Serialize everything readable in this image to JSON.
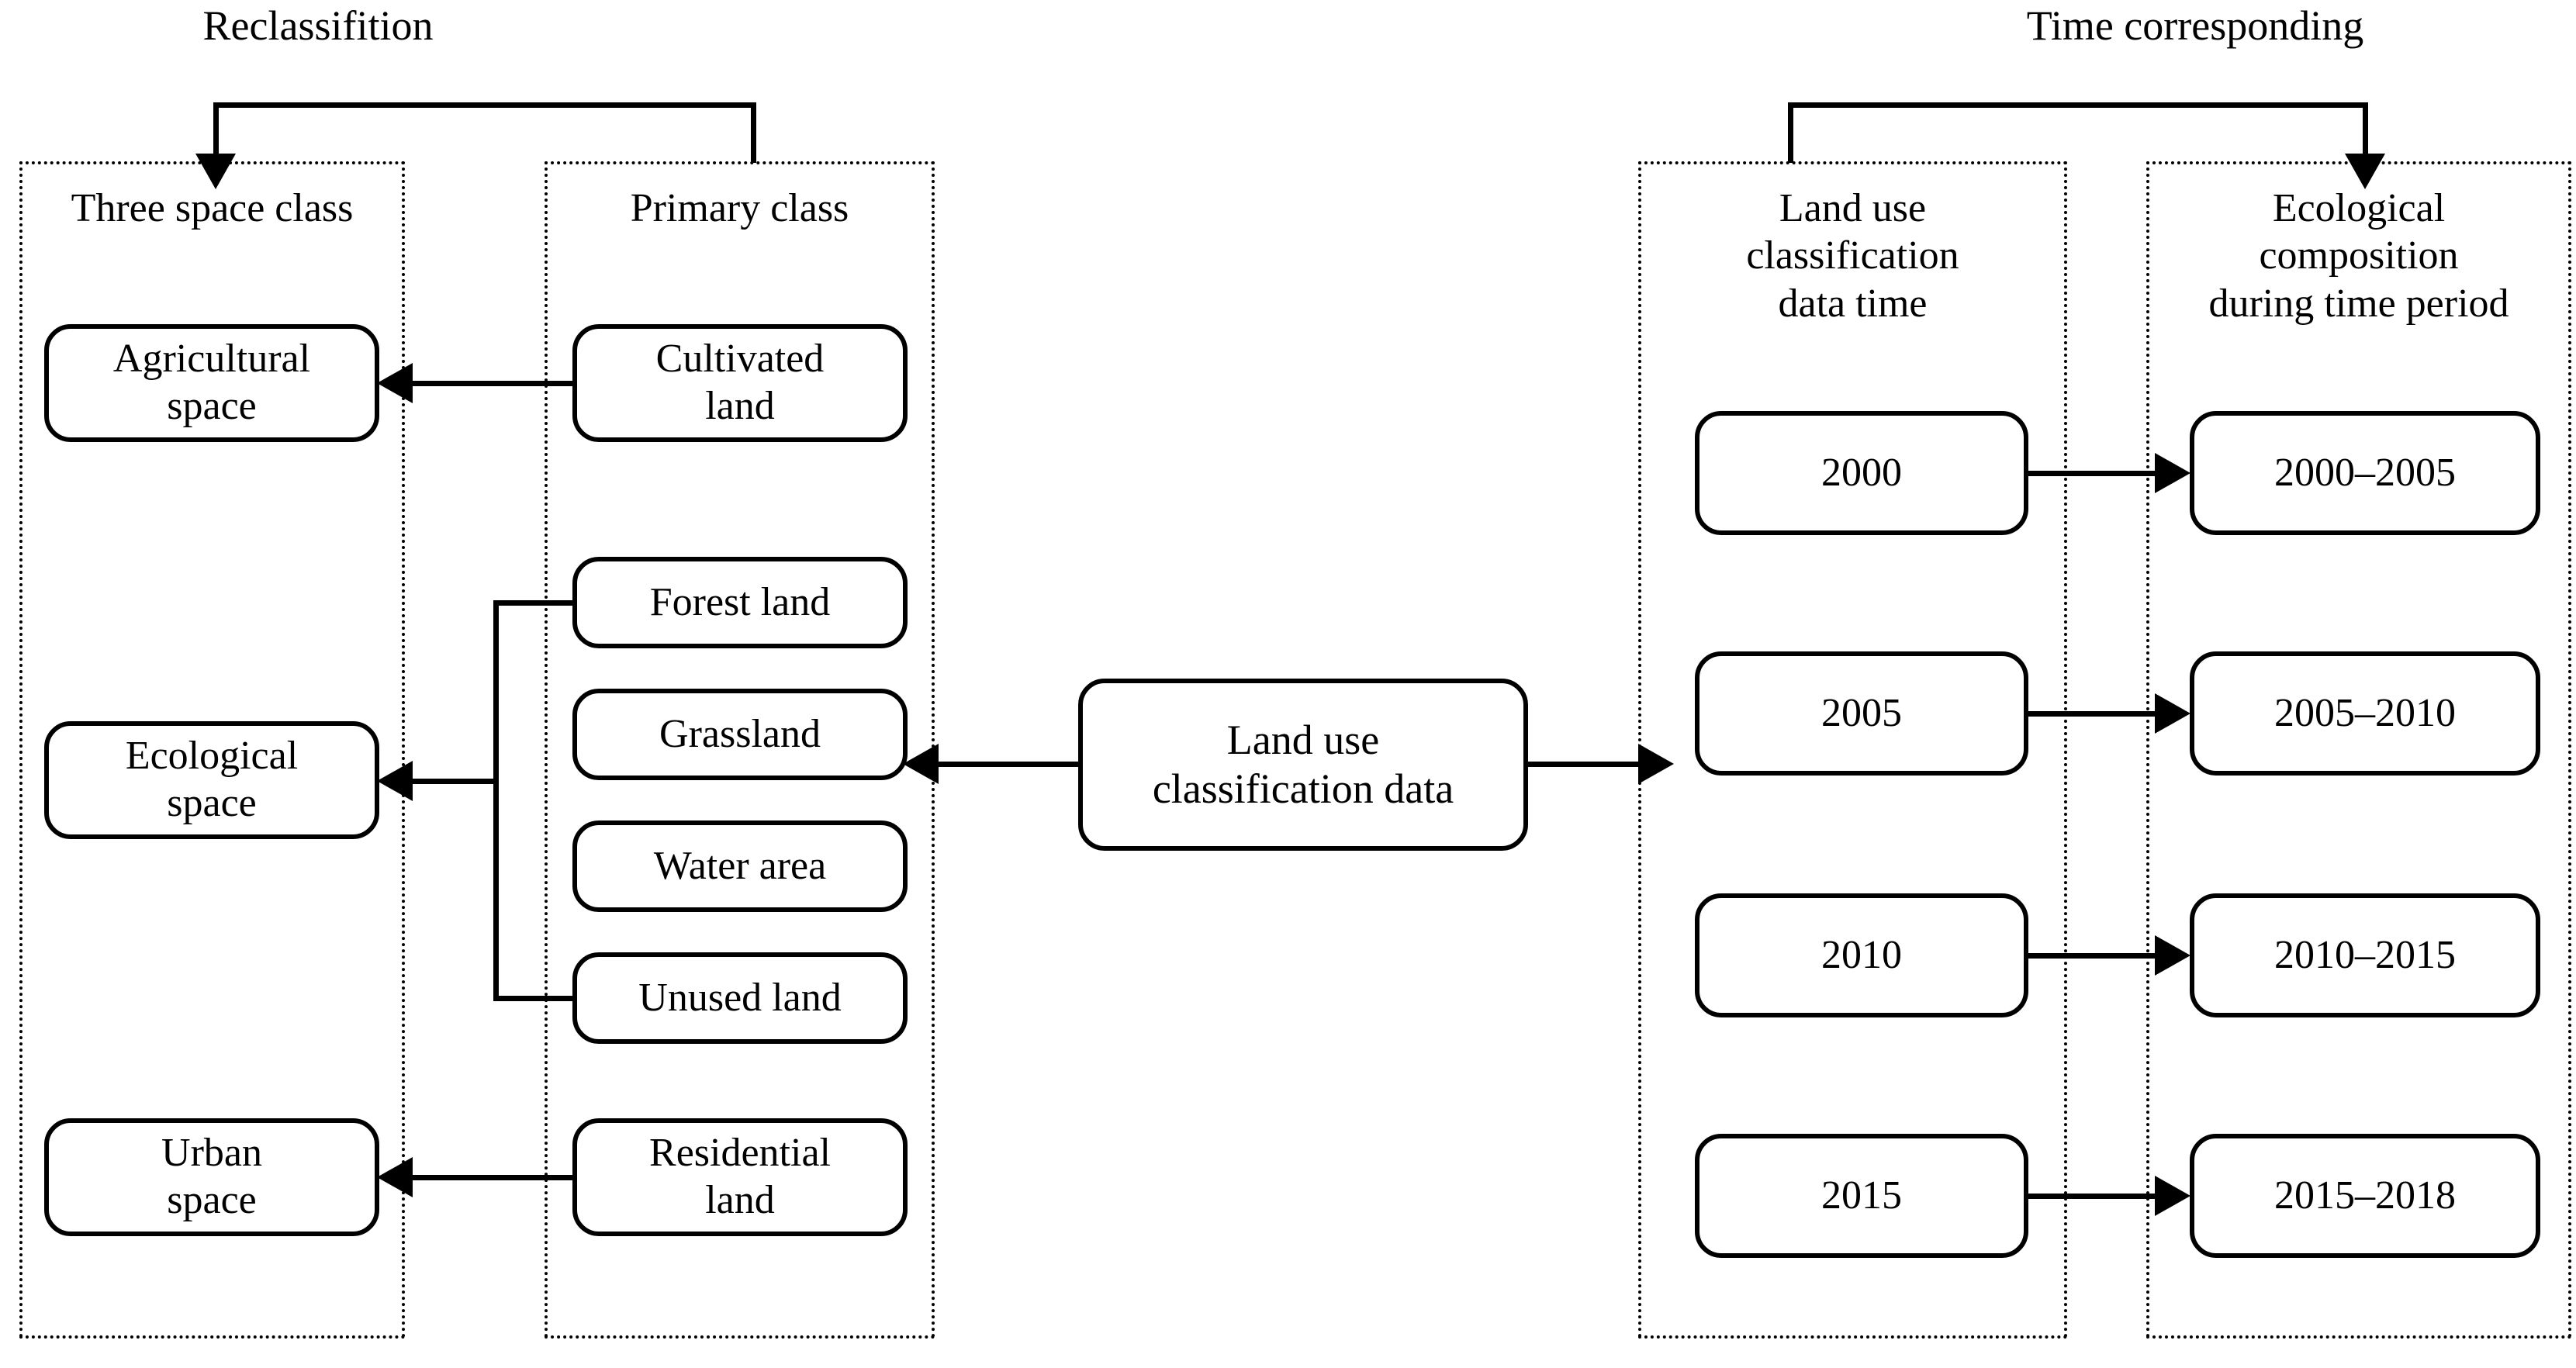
{
  "diagram": {
    "title_left": "Reclassifition",
    "title_right": "Time corresponding",
    "center_node": "Land use\nclassification data"
  },
  "groups": {
    "three_space_class": {
      "label": "Three space class",
      "items": [
        {
          "label": "Agricultural\nspace"
        },
        {
          "label": "Ecological\nspace"
        },
        {
          "label": "Urban\nspace"
        }
      ]
    },
    "primary_class": {
      "label": "Primary class",
      "items": [
        {
          "label": "Cultivated\nland"
        },
        {
          "label": "Forest land"
        },
        {
          "label": "Grassland"
        },
        {
          "label": "Water area"
        },
        {
          "label": "Unused land"
        },
        {
          "label": "Residential\nland"
        }
      ]
    },
    "land_use_time": {
      "label": "Land use\nclassification\ndata time",
      "items": [
        {
          "label": "2000"
        },
        {
          "label": "2005"
        },
        {
          "label": "2010"
        },
        {
          "label": "2015"
        }
      ]
    },
    "ecological_period": {
      "label": "Ecological\ncomposition\nduring time period",
      "items": [
        {
          "label": "2000–2005"
        },
        {
          "label": "2005–2010"
        },
        {
          "label": "2010–2015"
        },
        {
          "label": "2015–2018"
        }
      ]
    }
  },
  "colors": {
    "stroke": "#000000",
    "background": "#ffffff"
  }
}
